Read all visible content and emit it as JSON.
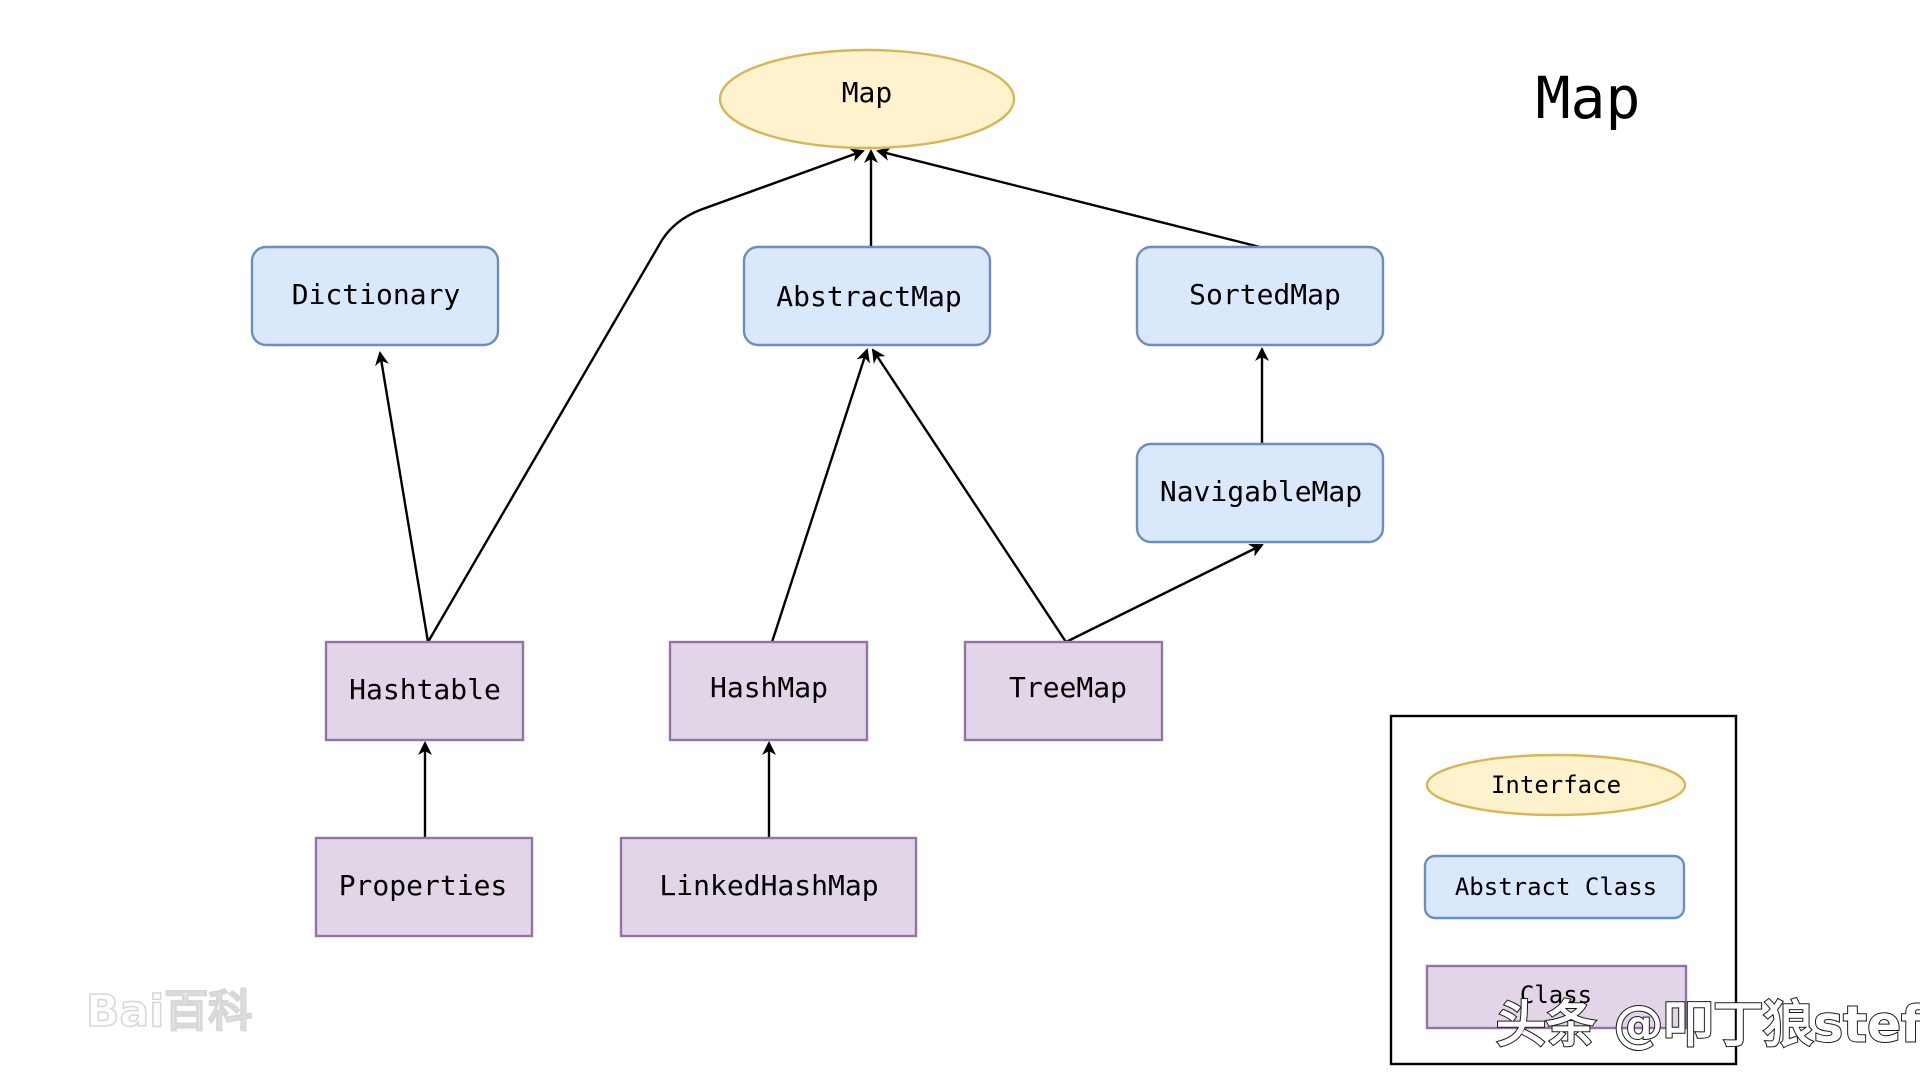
{
  "title": "Map",
  "nodes": {
    "map": {
      "label": "Map",
      "kind": "interface"
    },
    "dictionary": {
      "label": "Dictionary",
      "kind": "abstract"
    },
    "abstract_map": {
      "label": "AbstractMap",
      "kind": "abstract"
    },
    "sorted_map": {
      "label": "SortedMap",
      "kind": "abstract"
    },
    "navigable_map": {
      "label": "NavigableMap",
      "kind": "abstract"
    },
    "hashtable": {
      "label": "Hashtable",
      "kind": "class"
    },
    "hash_map": {
      "label": "HashMap",
      "kind": "class"
    },
    "tree_map": {
      "label": "TreeMap",
      "kind": "class"
    },
    "properties": {
      "label": "Properties",
      "kind": "class"
    },
    "linked_hash_map": {
      "label": "LinkedHashMap",
      "kind": "class"
    }
  },
  "edges": [
    {
      "from": "hashtable",
      "to": "dictionary"
    },
    {
      "from": "hashtable",
      "to": "map"
    },
    {
      "from": "abstract_map",
      "to": "map"
    },
    {
      "from": "sorted_map",
      "to": "map"
    },
    {
      "from": "hash_map",
      "to": "abstract_map"
    },
    {
      "from": "tree_map",
      "to": "abstract_map"
    },
    {
      "from": "tree_map",
      "to": "navigable_map"
    },
    {
      "from": "navigable_map",
      "to": "sorted_map"
    },
    {
      "from": "properties",
      "to": "hashtable"
    },
    {
      "from": "linked_hash_map",
      "to": "hash_map"
    }
  ],
  "legend": {
    "interface_label": "Interface",
    "abstract_label": "Abstract Class",
    "class_label": "Class"
  },
  "colors": {
    "interface_fill": "#fff2cc",
    "interface_stroke": "#d6b656",
    "abstract_fill": "#dae8fc",
    "abstract_stroke": "#6c8ebf",
    "class_fill": "#e1d5e7",
    "class_stroke": "#9673a6"
  },
  "watermarks": {
    "baidu": "Bai百科",
    "toutiao": "头条 @叩丁狼stef"
  }
}
